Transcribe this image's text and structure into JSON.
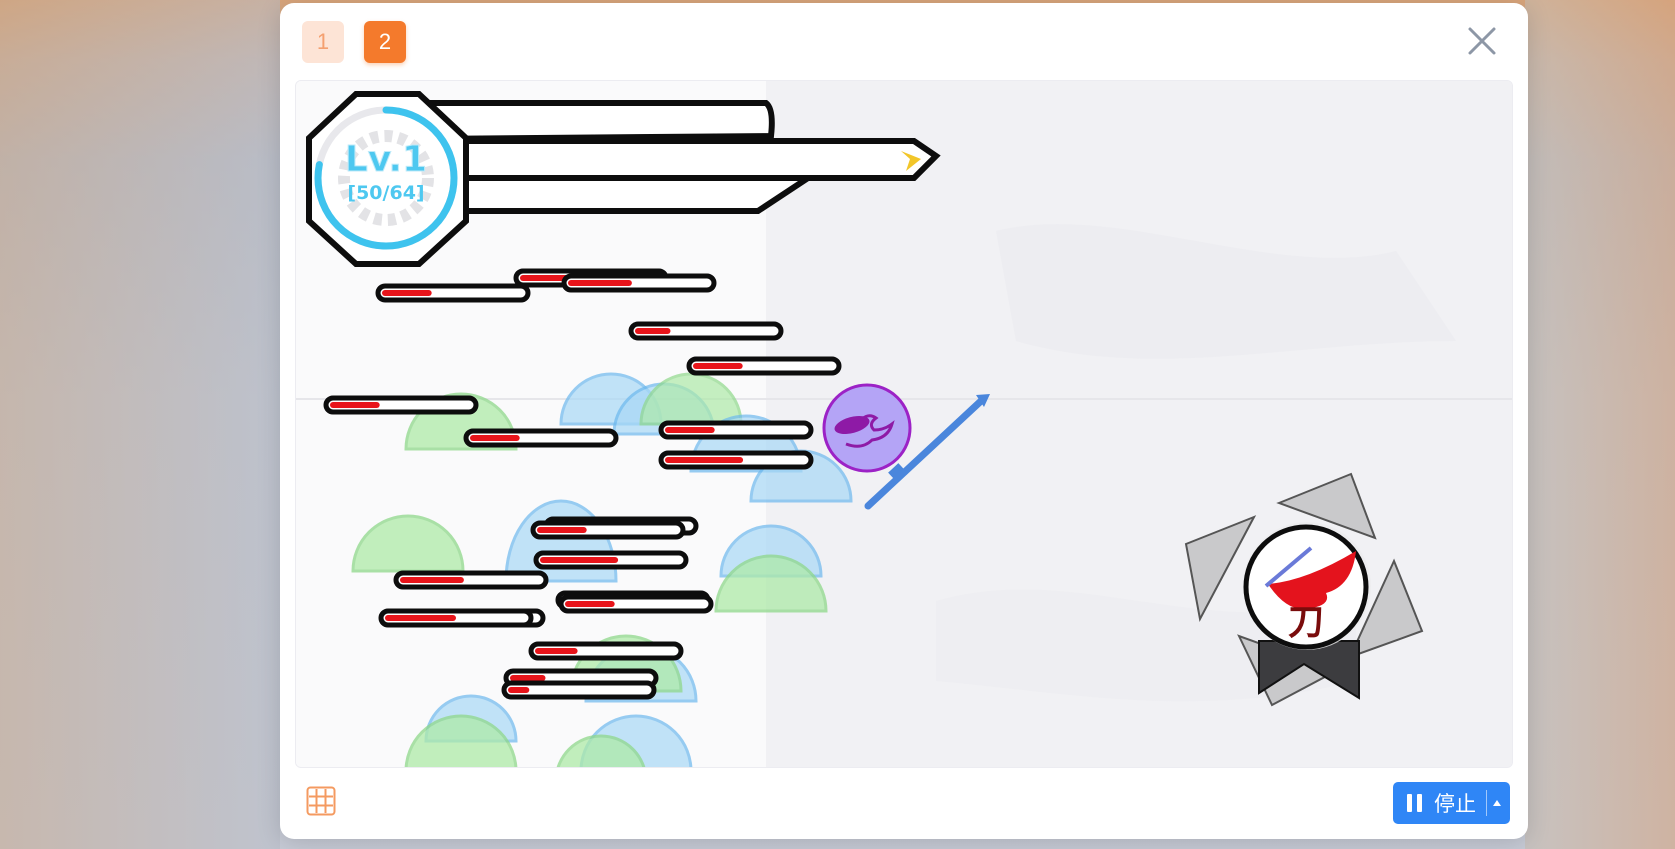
{
  "tabs": [
    {
      "label": "1",
      "active": false
    },
    {
      "label": "2",
      "active": true
    }
  ],
  "close_icon": "close-icon",
  "player": {
    "level_text": "Lv.1",
    "xp_text": "[50/64]",
    "xp_current": 50,
    "xp_max": 64,
    "weapon_glyph": "刀"
  },
  "enemies": {
    "bar_count": 20,
    "health_fractions": [
      0.55,
      0.35,
      0.45,
      0.25,
      0.35,
      0.35,
      0.35,
      0.35,
      0.55,
      0.3,
      0.35,
      0.55,
      0.45,
      0.45,
      0.3,
      0.5,
      0.3,
      0.25,
      0.15,
      0.35
    ]
  },
  "toolbar": {
    "grid_icon": "grid-icon",
    "stop_label": "停止",
    "pause_icon": "pause-icon",
    "caret_icon": "caret-up-icon"
  },
  "colors": {
    "accent": "#f47a2c",
    "accent_light": "#fde4d6",
    "primary_button": "#2f86f6",
    "xp_ring": "#3ec3ee",
    "health_fill": "#e8141a"
  }
}
